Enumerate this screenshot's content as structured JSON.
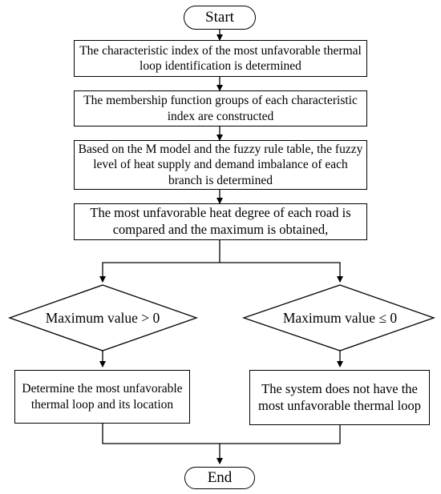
{
  "flowchart": {
    "start": "Start",
    "step1": "The characteristic index of the most unfavorable thermal loop identification is determined",
    "step2": "The membership function groups of each characteristic index are constructed",
    "step3": "Based on the M model and the fuzzy rule table, the fuzzy level of heat supply and demand imbalance of each branch is determined",
    "step4": "The most unfavorable heat degree of each road is compared and the maximum is obtained,",
    "decision_left": "Maximum value > 0",
    "decision_right": "Maximum value ≤ 0",
    "result_left": "Determine the most unfavorable thermal loop and its location",
    "result_right": "The system does not have the most unfavorable thermal loop",
    "end": "End"
  }
}
